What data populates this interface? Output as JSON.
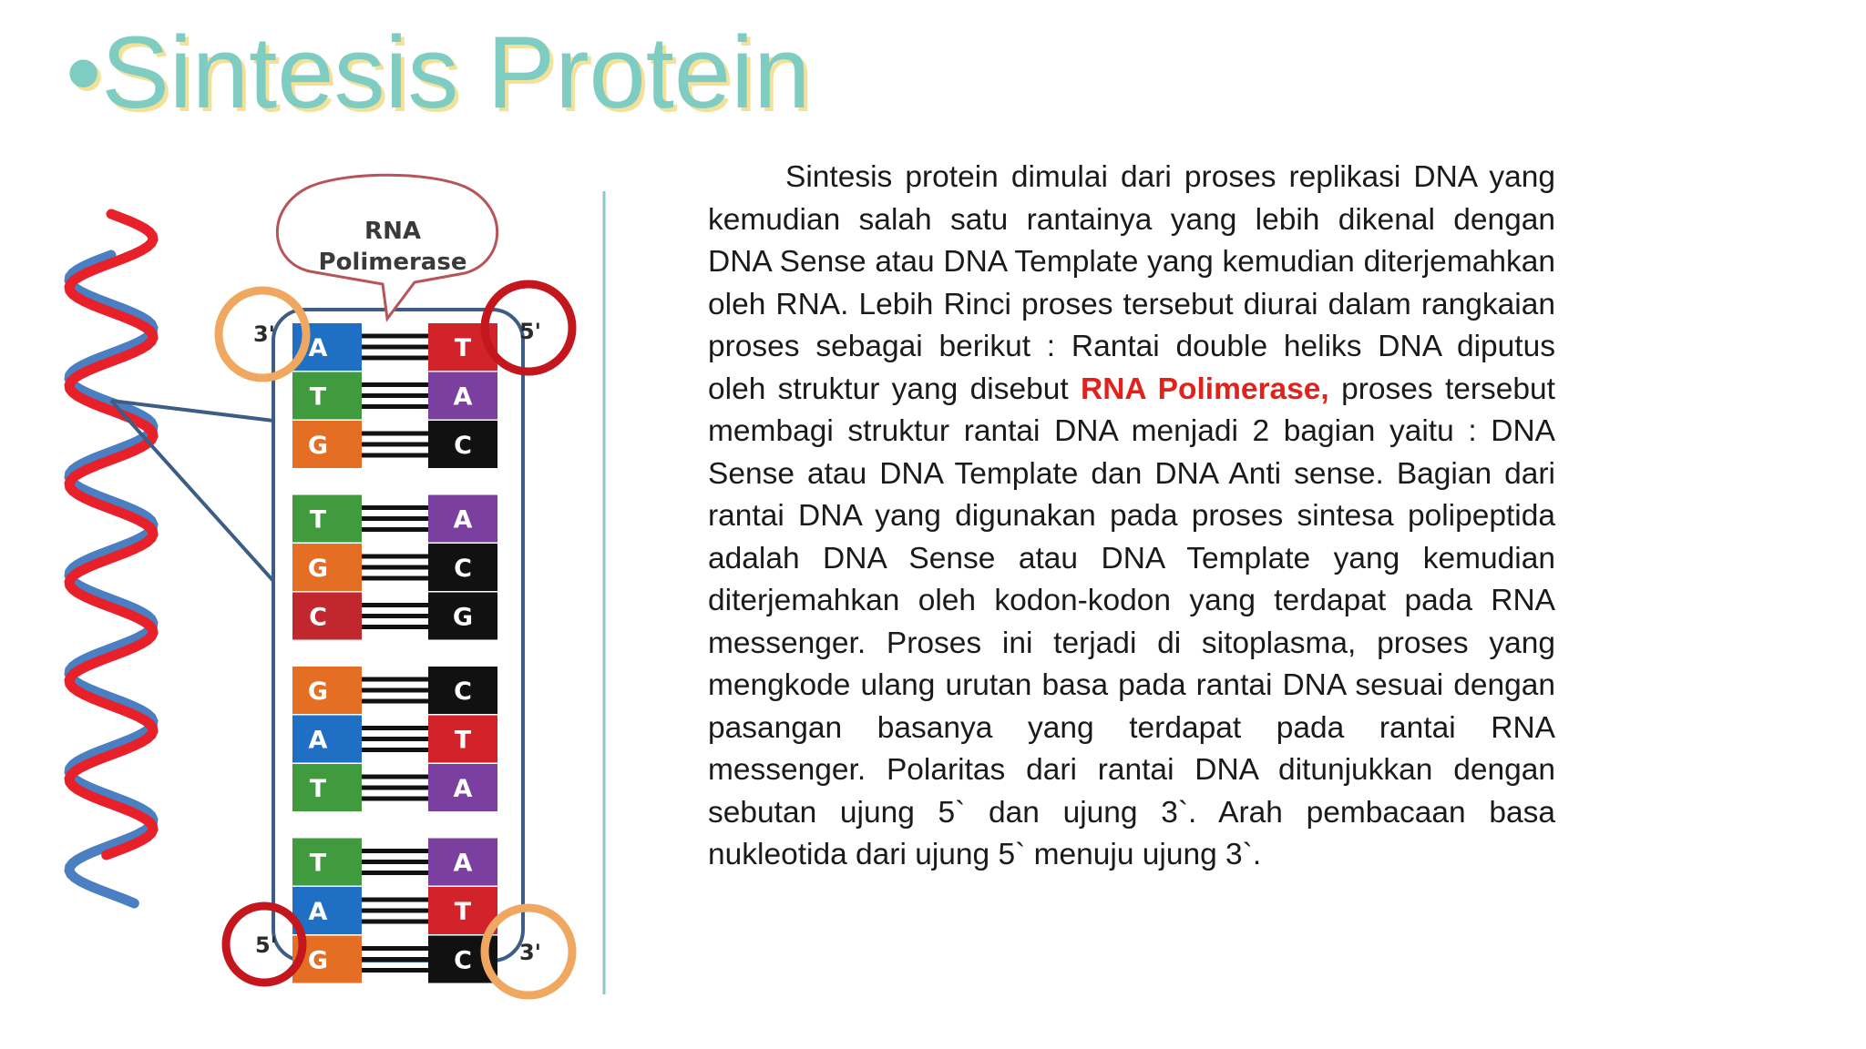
{
  "title": "•Sintesis Protein",
  "diagram": {
    "bubble_line1": "RNA",
    "bubble_line2": "Polimerase",
    "left_top_end": "3'",
    "right_top_end": "5'",
    "left_bottom_end": "5'",
    "right_bottom_end": "3'",
    "left_strand": [
      "A",
      "T",
      "G",
      "T",
      "G",
      "C",
      "G",
      "A",
      "T",
      "T",
      "A",
      "G"
    ],
    "right_strand": [
      "T",
      "A",
      "C",
      "A",
      "C",
      "G",
      "C",
      "T",
      "A",
      "A",
      "T",
      "C"
    ],
    "base_colors": {
      "A": "#1f6fc5",
      "T": "#3f9b3e",
      "G": "#e46f24",
      "C": "#c2272d"
    },
    "right_colors": {
      "T": "#d2232a",
      "A": "#7b3fa0",
      "C": "#111111",
      "G": "#111111"
    },
    "helix_colors": {
      "red": "#e8202a",
      "blue": "#4a7fc1"
    }
  },
  "paragraph": {
    "part1": "Sintesis protein dimulai dari proses replikasi DNA yang kemudian salah satu rantainya yang lebih dikenal dengan DNA Sense atau DNA Template yang kemudian diterjemahkan oleh RNA. Lebih Rinci proses tersebut diurai dalam rangkaian proses sebagai berikut : Rantai double heliks DNA diputus oleh struktur yang disebut ",
    "highlight": "RNA Polimerase,",
    "part2": " proses tersebut membagi struktur rantai DNA menjadi 2 bagian yaitu : DNA Sense atau DNA Template dan DNA Anti sense. Bagian dari rantai DNA yang digunakan pada proses sintesa polipeptida adalah DNA Sense atau DNA Template yang kemudian diterjemahkan oleh kodon-kodon yang terdapat pada RNA messenger. Proses ini terjadi di sitoplasma, proses yang mengkode ulang urutan basa pada rantai DNA sesuai dengan pasangan basanya yang terdapat pada rantai RNA messenger. Polaritas dari rantai DNA ditunjukkan dengan sebutan ujung 5` dan ujung 3`. Arah pembacaan basa nukleotida dari ujung 5` menuju ujung 3`."
  }
}
